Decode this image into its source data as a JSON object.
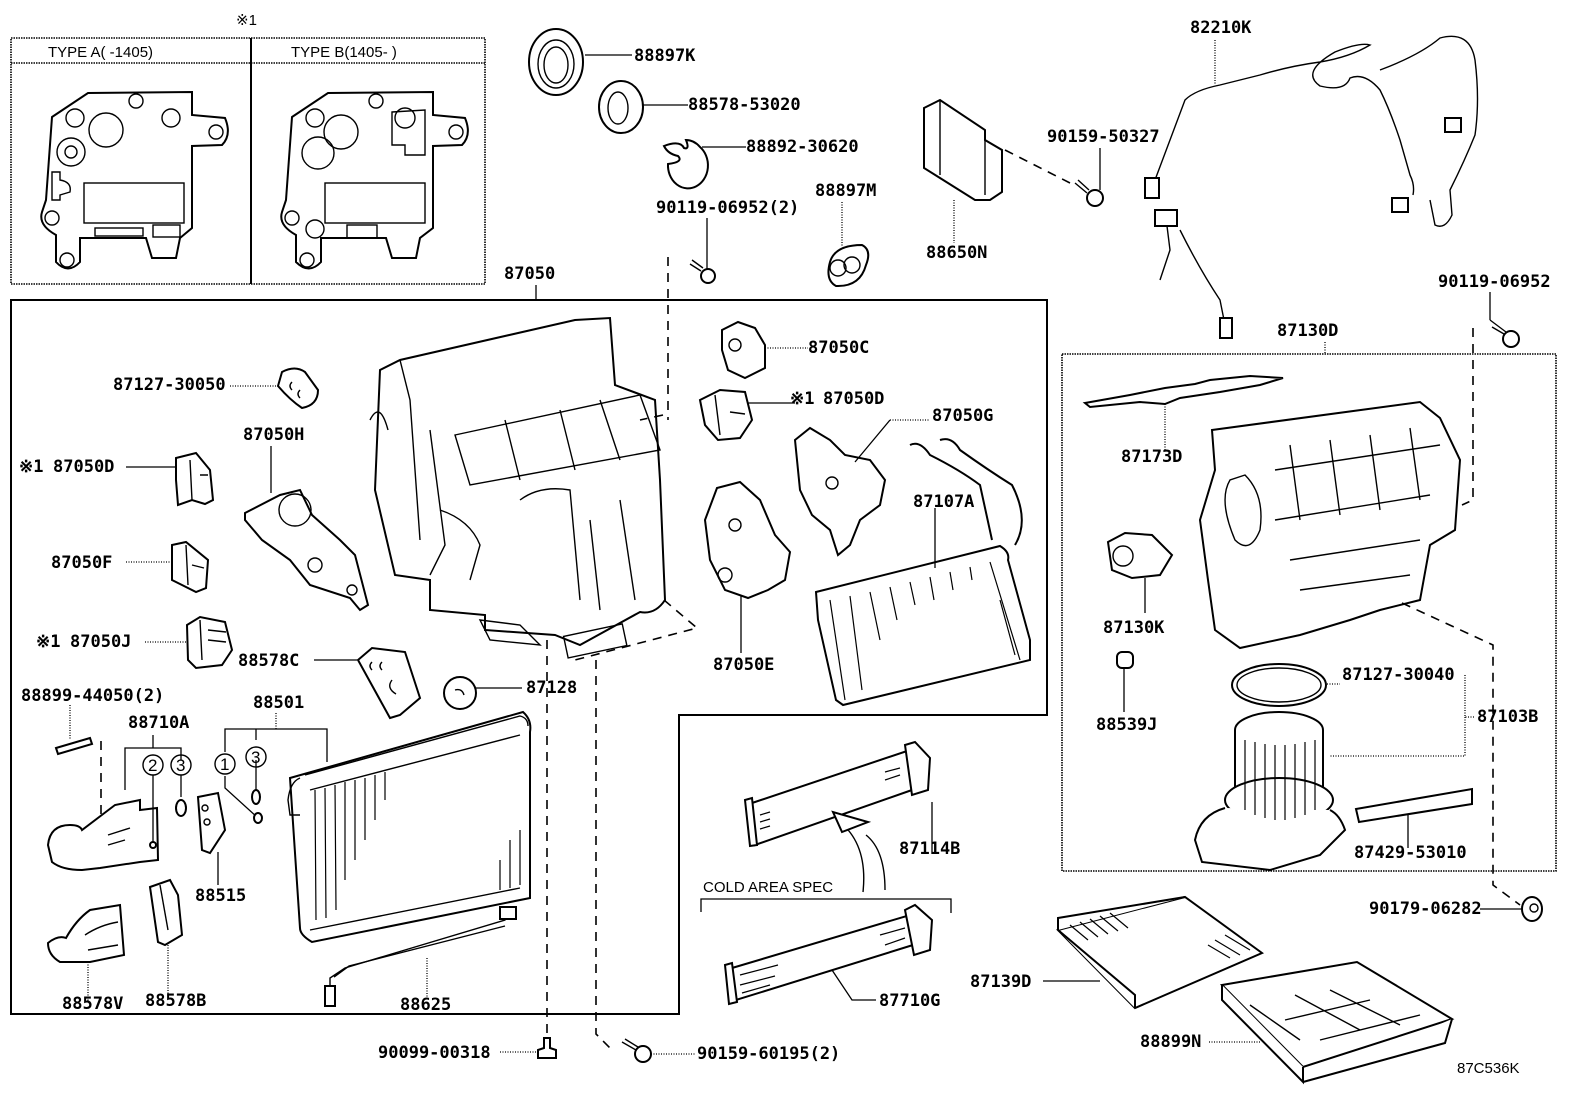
{
  "diagram": {
    "title_code": "87C536K",
    "note_mark": "※1",
    "type_table": {
      "type_a": "TYPE A(      -1405)",
      "type_b": "TYPE B(1405-       )"
    },
    "cold_area_spec": "COLD AREA SPEC",
    "callouts": {
      "p88897K": "88897K",
      "p88578_53020": "88578-53020",
      "p88892_30620": "88892-30620",
      "p90119_06952_2": "90119-06952(2)",
      "p88897M": "88897M",
      "p88650N": "88650N",
      "p90159_50327": "90159-50327",
      "p82210K": "82210K",
      "p90119_06952": "90119-06952",
      "p87050": "87050",
      "p87130D": "87130D",
      "p87127_30050": "87127-30050",
      "p87050H": "87050H",
      "p87050D_left": "87050D",
      "p87050F": "87050F",
      "p87050J": "87050J",
      "p87050C": "87050C",
      "p87050D_right": "87050D",
      "p87050G": "87050G",
      "p87107A": "87107A",
      "p87050E": "87050E",
      "p88578C": "88578C",
      "p87128": "87128",
      "p88899_44050_2": "88899-44050(2)",
      "p88710A": "88710A",
      "p88501": "88501",
      "p88515": "88515",
      "p88578V": "88578V",
      "p88578B": "88578B",
      "p88625": "88625",
      "p87114B": "87114B",
      "p87710G": "87710G",
      "p87173D": "87173D",
      "p87130K": "87130K",
      "p88539J": "88539J",
      "p87127_30040": "87127-30040",
      "p87103B": "87103B",
      "p87429_53010": "87429-53010",
      "p90179_06282": "90179-06282",
      "p87139D": "87139D",
      "p88899N": "88899N",
      "p90099_00318": "90099-00318",
      "p90159_60195_2": "90159-60195(2)"
    },
    "circled_refs": {
      "r1": "1",
      "r2": "2",
      "r3a": "3",
      "r3b": "3"
    }
  }
}
